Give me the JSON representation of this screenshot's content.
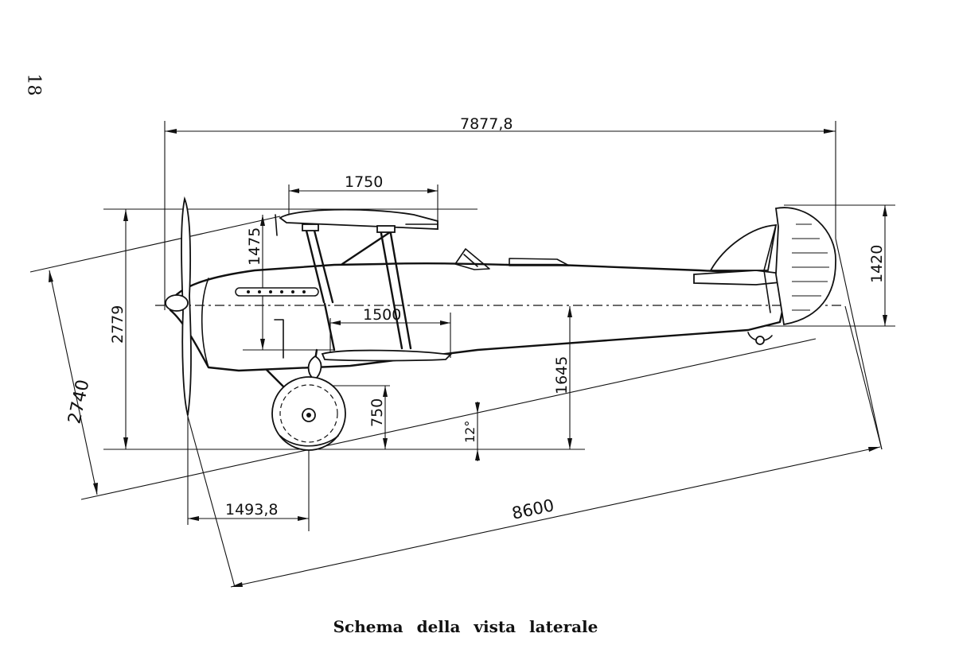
{
  "page_number": "18",
  "caption": "Schema della vista laterale",
  "dimensions": {
    "overall_length": "7877,8",
    "upper_wing_chord": "1750",
    "lower_wing_chord": "1500",
    "upper_wing_height": "1475",
    "total_height": "2779",
    "propeller_diameter": "2740",
    "tail_height": "1420",
    "fuselage_ground_height": "1645",
    "axle_height": "750",
    "ground_angle": "12°",
    "prop_to_axle": "1493,8",
    "ground_line_length": "8600"
  }
}
